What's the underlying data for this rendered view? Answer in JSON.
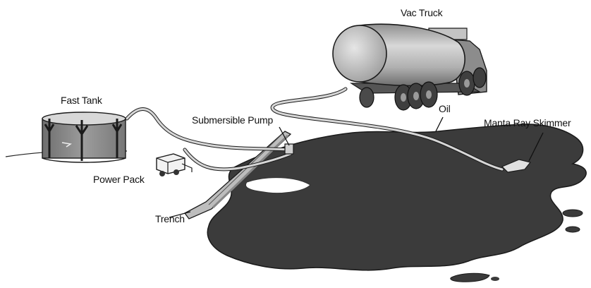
{
  "labels": {
    "vac_truck": "Vac Truck",
    "fast_tank": "Fast Tank",
    "submersible_pump": "Submersible Pump",
    "oil": "Oil",
    "manta_ray_skimmer": "Manta Ray Skimmer",
    "power_pack": "Power Pack",
    "trench": "Trench"
  },
  "colors": {
    "oil": "#3a3a3a",
    "truck_tank": "#a9a9a9",
    "fast_tank": "#8a8a8a",
    "hose": "#cfcfcf",
    "outline": "#1a1a1a"
  }
}
